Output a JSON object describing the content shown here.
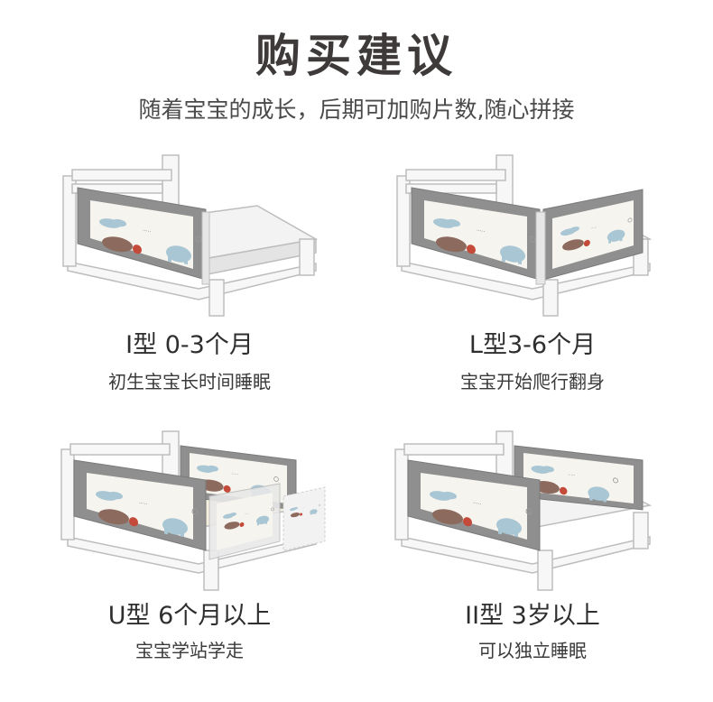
{
  "header": {
    "title": "购买建议",
    "subtitle": "随着宝宝的成长，后期可加购片数,随心拼接"
  },
  "options": [
    {
      "type_label": "I型 0-3个月",
      "description": "初生宝宝长时间睡眠",
      "panel_count": 1
    },
    {
      "type_label": "L型3-6个月",
      "description": "宝宝开始爬行翻身",
      "panel_count": 2
    },
    {
      "type_label": "U型 6个月以上",
      "description": "宝宝学站学走",
      "panel_count": 3
    },
    {
      "type_label": "II型 3岁以上",
      "description": "可以独立睡眠",
      "panel_count": 2
    }
  ],
  "colors": {
    "frame_gray": "#8f8f8f",
    "inner_cream": "#f6f4ee",
    "wood_white": "#f7f7f7",
    "outline": "#bdbdbd",
    "accent_blue": "#a9c6d4",
    "accent_brown": "#8d6a5e"
  }
}
